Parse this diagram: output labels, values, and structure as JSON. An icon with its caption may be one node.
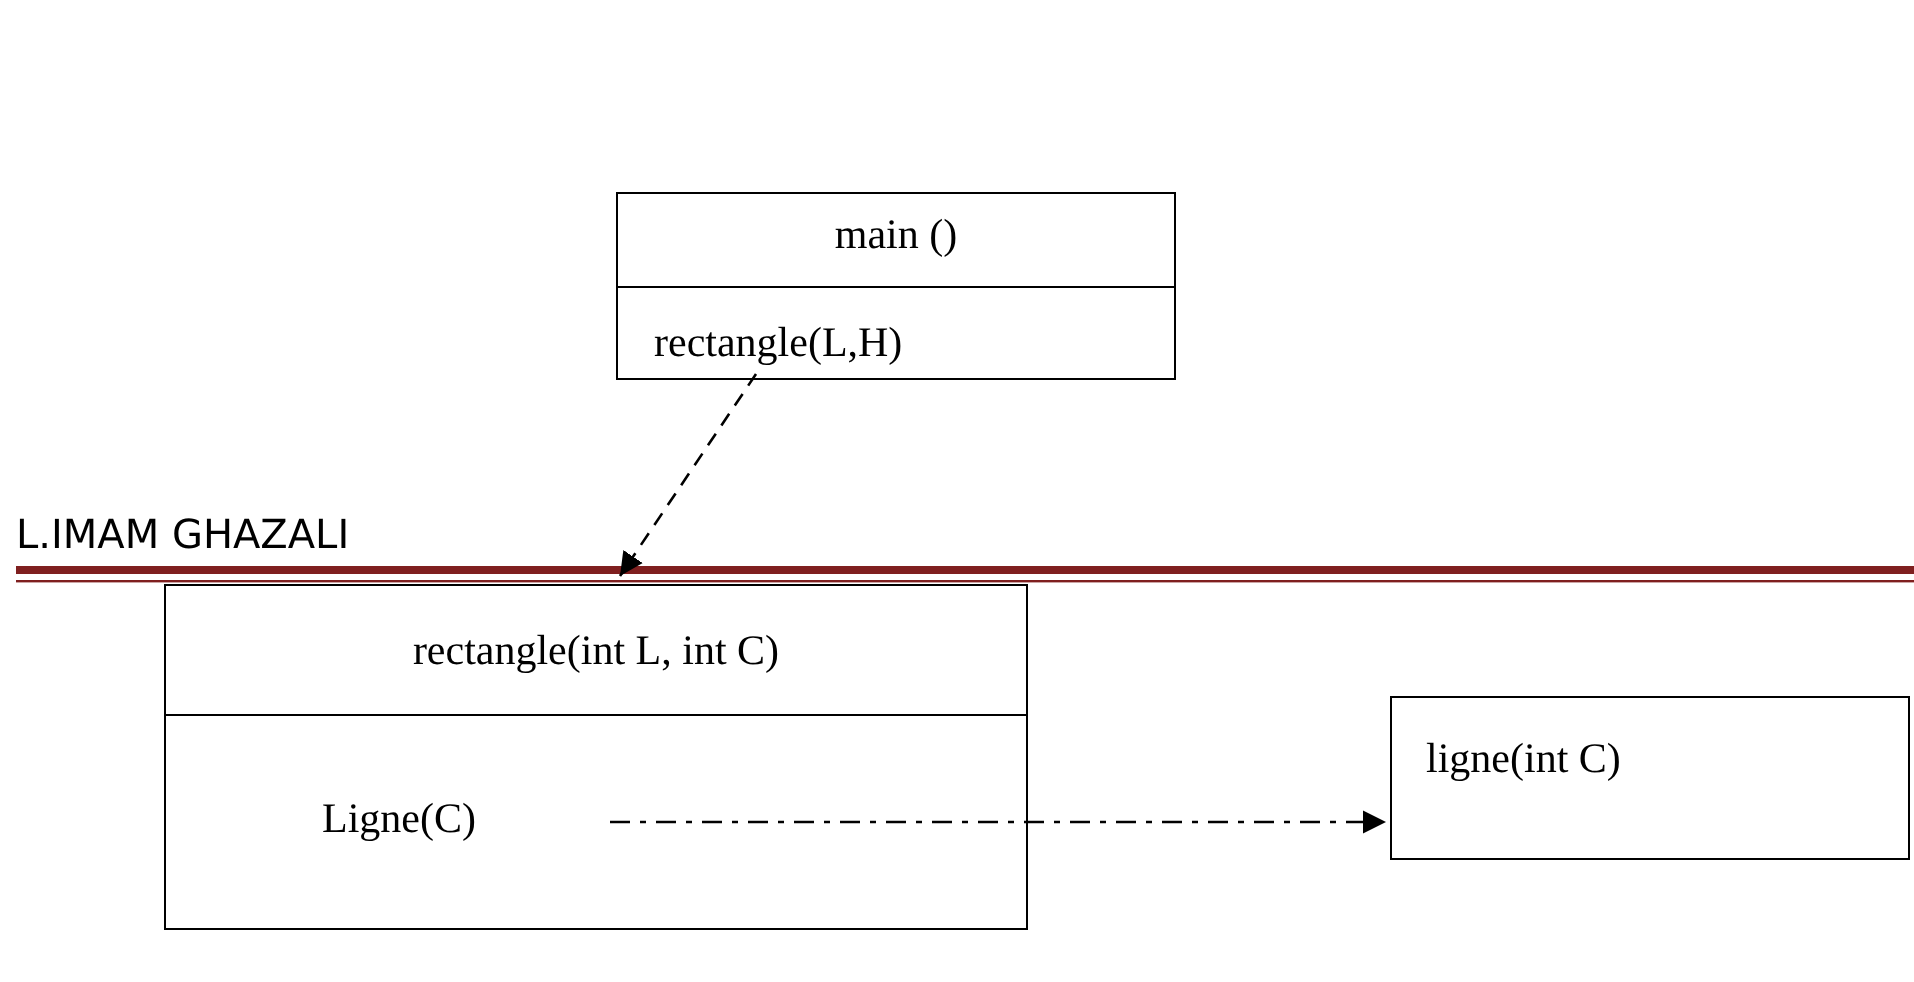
{
  "diagram": {
    "nodes": [
      {
        "text": [
          "main ()",
          "rectangle(L,H)"
        ]
      },
      {
        "text": [
          "rectangle(int L, int C)",
          "Ligne(C)"
        ]
      },
      {
        "text": [
          "ligne(int C)"
        ]
      }
    ],
    "edges": [
      {
        "from": 0,
        "to": 1,
        "arrow": "to",
        "style": "dashed"
      },
      {
        "from": 1,
        "to": 2,
        "arrow": "to",
        "style": "dashed"
      }
    ],
    "labels": [
      "L.IMAM GHAZALI"
    ]
  }
}
